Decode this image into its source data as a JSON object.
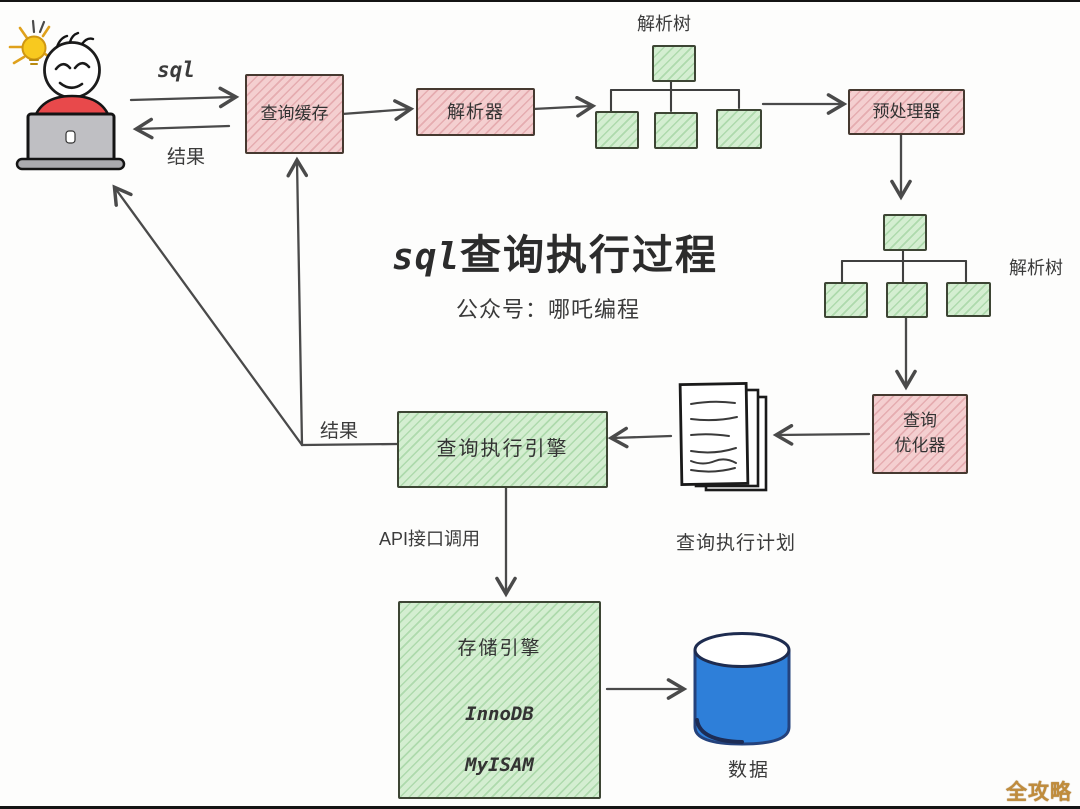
{
  "title": {
    "en": "sql",
    "zh": "查询执行过程"
  },
  "subtitle": "公众号：哪吒编程",
  "nodes": {
    "query_cache": "查询缓存",
    "parser": "解析器",
    "preprocessor": "预处理器",
    "optimizer_line1": "查询",
    "optimizer_line2": "优化器",
    "execution_engine": "查询执行引擎",
    "storage_engine": "存储引擎",
    "storage_engine_sub1": "InnoDB",
    "storage_engine_sub2": "MyISAM"
  },
  "labels": {
    "sql_arrow": "sql",
    "result_top": "结果",
    "result_mid": "结果",
    "parse_tree_1": "解析树",
    "parse_tree_2": "解析树",
    "execution_plan": "查询执行计划",
    "api_call": "API接口调用",
    "data": "数据",
    "watermark": "全攻略"
  },
  "colors": {
    "box_pink": "#f4cfd0",
    "box_green": "#d4eed1",
    "database_blue": "#2e7fd9",
    "shirt_red": "#e8494b",
    "laptop_gray": "#bfbfc3",
    "bulb_yellow": "#f8c91f",
    "watermark_gold": "#c08c3c",
    "line_dark": "#4a4a4a"
  }
}
